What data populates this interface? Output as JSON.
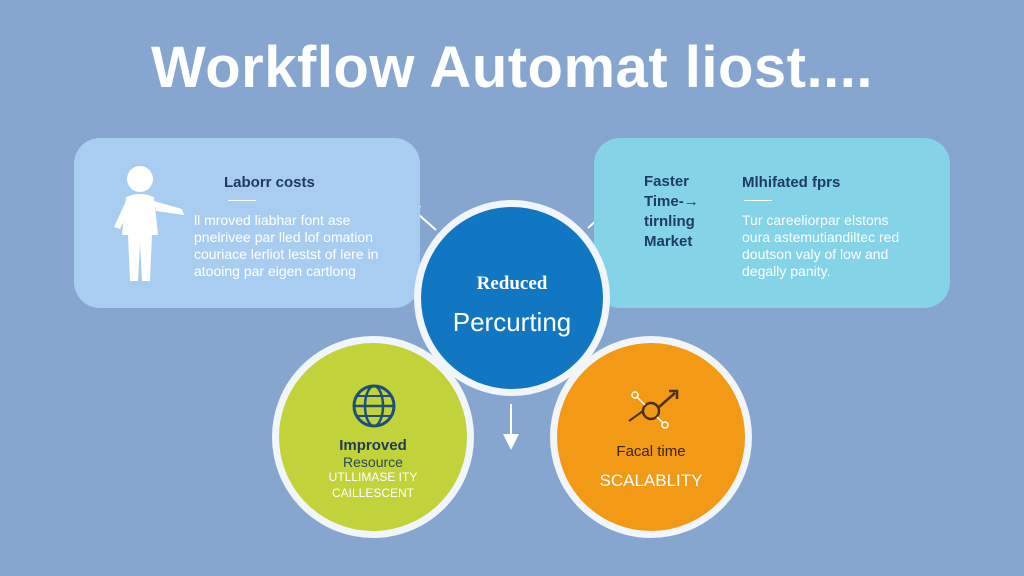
{
  "title": "Workflow Automat liost....",
  "left_panel": {
    "title": "Laborr costs",
    "lines": "ll mroved liabhar font ase\npnelrivee par lled lof omation\ncouriace lerliot lestst of lere in\natooing par eigen cartlong"
  },
  "right_panel": {
    "faster_line1": "Faster",
    "faster_line2": "Time-→",
    "faster_line3": "tirnling",
    "faster_line4": "Market",
    "title": "Mlhifated fprs",
    "lines": "Tur careeliorpar elstons\noura astemutiandiltec red\ndoutson valy of low and\ndegally panity."
  },
  "center": {
    "line1": "Reduced",
    "line2": "Percurting"
  },
  "left_circle": {
    "line1": "Improved",
    "line2": "Resource",
    "line3": "UTLLIMASE ITY",
    "line4": "CAILLESCENT"
  },
  "right_circle": {
    "line1": "Facal time",
    "line2": "SCALABLITY"
  },
  "icons": [
    "person-icon",
    "globe-icon",
    "network-icon"
  ],
  "colors": {
    "background": "#86a6cf",
    "center": "#1177c2",
    "green": "#c2d23a",
    "orange": "#f29a16",
    "left_panel": "#a9cdf0",
    "right_panel": "#84d3e6"
  }
}
